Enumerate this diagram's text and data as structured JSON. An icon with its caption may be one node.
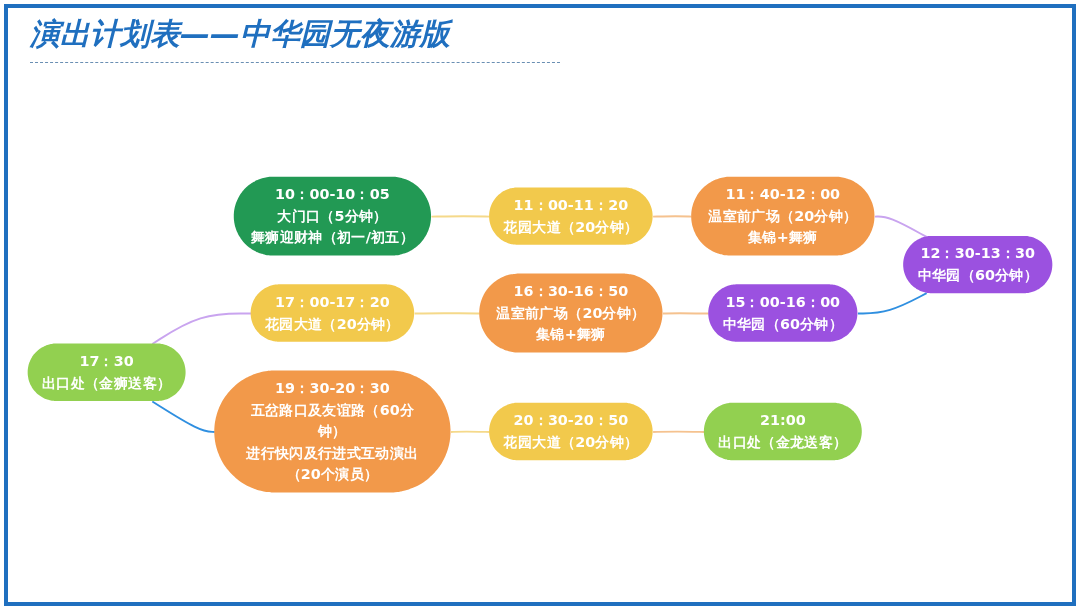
{
  "diagram": {
    "title": "演出计划表——中华园无夜游版",
    "nodes": [
      {
        "text": [
          "10：00-10：05",
          "大门口（5分钟）",
          "舞狮迎财神（初一/初五）"
        ]
      },
      {
        "text": [
          "11：00-11：20",
          "花园大道（20分钟）"
        ]
      },
      {
        "text": [
          "11：40-12：00",
          "温室前广场（20分钟）",
          "集锦+舞狮"
        ]
      },
      {
        "text": [
          "12：30-13：30",
          "中华园（60分钟）"
        ]
      },
      {
        "text": [
          "15：00-16：00",
          "中华园（60分钟）"
        ]
      },
      {
        "text": [
          "16：30-16：50",
          "温室前广场（20分钟）",
          "集锦+舞狮"
        ]
      },
      {
        "text": [
          "17：00-17：20",
          "花园大道（20分钟）"
        ]
      },
      {
        "text": [
          "17：30",
          "出口处（金狮送客）"
        ]
      },
      {
        "text": [
          "19：30-20：30",
          "五岔路口及友谊路（60分钟）",
          "进行快闪及行进式互动演出",
          "（20个演员）"
        ]
      },
      {
        "text": [
          "20：30-20：50",
          "花园大道（20分钟）"
        ]
      },
      {
        "text": [
          "21:00",
          "出口处（金龙送客）"
        ]
      }
    ],
    "edges": [
      {
        "from": 0,
        "to": 1,
        "arrow": "none",
        "color": "#f5d98a"
      },
      {
        "from": 1,
        "to": 2,
        "arrow": "none",
        "color": "#f5c28f"
      },
      {
        "from": 2,
        "to": 3,
        "arrow": "none",
        "color": "#c9a4ef"
      },
      {
        "from": 3,
        "to": 4,
        "arrow": "none",
        "color": "#2f8fe0"
      },
      {
        "from": 4,
        "to": 5,
        "arrow": "none",
        "color": "#f5c28f"
      },
      {
        "from": 5,
        "to": 6,
        "arrow": "none",
        "color": "#f5d98a"
      },
      {
        "from": 6,
        "to": 7,
        "arrow": "none",
        "color": "#c9a4ef"
      },
      {
        "from": 7,
        "to": 8,
        "arrow": "none",
        "color": "#2f8fe0"
      },
      {
        "from": 8,
        "to": 9,
        "arrow": "none",
        "color": "#f5d98a"
      },
      {
        "from": 9,
        "to": 10,
        "arrow": "none",
        "color": "#f5c28f"
      }
    ]
  }
}
